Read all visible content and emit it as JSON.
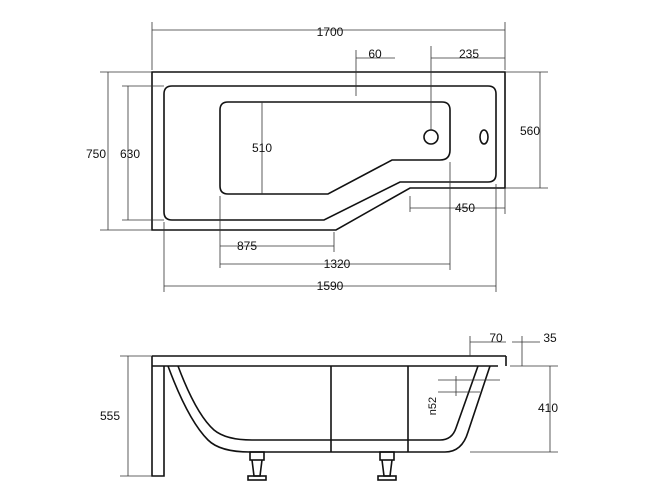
{
  "plan_view": {
    "dimensions": {
      "overall_length": "1700",
      "rim_offset": "60",
      "drain_offset": "235",
      "overall_width": "750",
      "inner_width": "630",
      "basin_width": "510",
      "narrow_end_width": "560",
      "narrow_end_length": "450",
      "basin_length": "875",
      "basin_total_length": "1320",
      "inner_length": "1590"
    }
  },
  "side_view": {
    "dimensions": {
      "panel_thickness": "70",
      "rim_thickness": "35",
      "depth_total": "555",
      "depth_inner": "410",
      "drain_label": "n52"
    }
  }
}
